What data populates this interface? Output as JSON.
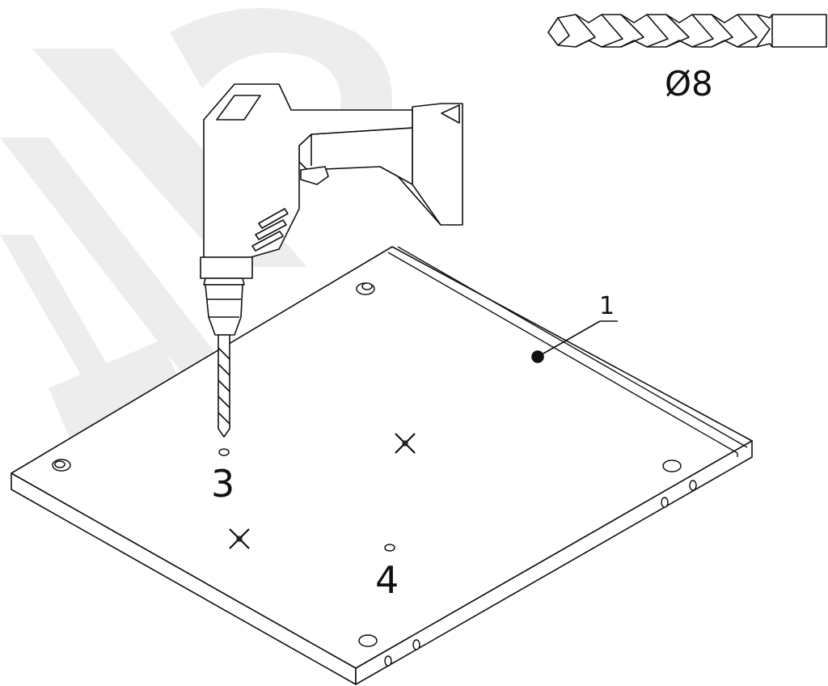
{
  "diagram": {
    "drill_bit_size": "Ø8",
    "callouts": {
      "panel": "1",
      "hole_a": "3",
      "hole_b": "4"
    }
  },
  "colors": {
    "line": "#111111",
    "watermark": "#ededed"
  },
  "icons": {
    "tool": "power-drill-icon",
    "bit": "drill-bit-icon",
    "mark": "cross-mark-icon"
  }
}
